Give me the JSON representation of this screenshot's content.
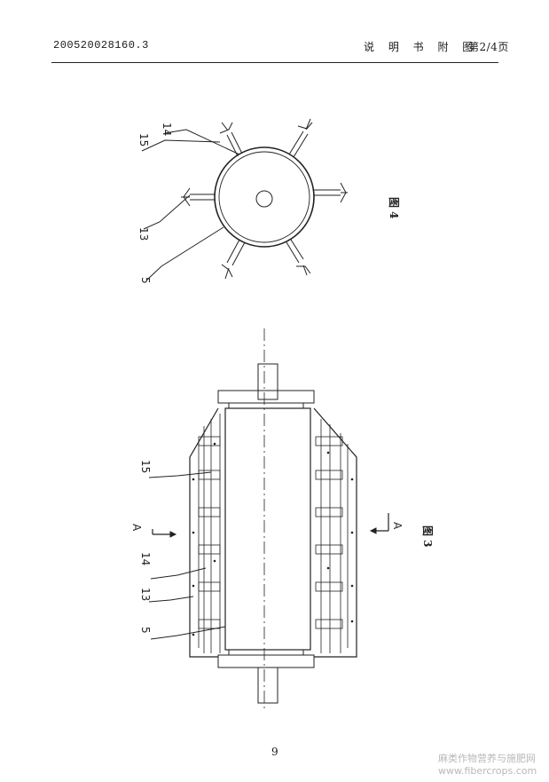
{
  "header": {
    "doc_number": "200520028160.3",
    "title": "说 明 书 附 图",
    "page_info": "第2/4页"
  },
  "figure4": {
    "caption": "图 4",
    "labels": [
      "15",
      "14",
      "13",
      "5"
    ]
  },
  "figure3": {
    "caption": "图 3",
    "section_label": "A",
    "labels": [
      "15",
      "14",
      "13",
      "5"
    ]
  },
  "footer": {
    "page_number": "9"
  },
  "watermark": {
    "line1": "麻类作物营养与施肥网",
    "line2": "www.fibercrops.com"
  }
}
